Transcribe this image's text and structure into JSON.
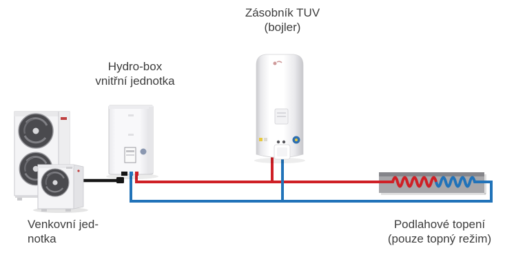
{
  "diagram": {
    "labels": {
      "tank": {
        "line1": "Zásobník TUV",
        "line2": "(bojler)"
      },
      "hydrobox": {
        "line1": "Hydro-box",
        "line2": "vnitřní jednotka"
      },
      "outdoor_unit": {
        "line1": "Venkovní jed-",
        "line2": "notka"
      },
      "floor_heating": {
        "line1": "Podlahové topení",
        "line2": "(pouze topný režim)"
      }
    },
    "colors": {
      "hot_pipe": "#cf2026",
      "cold_pipe": "#2173b9",
      "power_cable": "#161616",
      "floor_slab": "#a7a7aa",
      "floor_slab_top": "#85858a",
      "text": "#3c3c3c",
      "unit_body": "#f4f4f6",
      "unit_border": "#c9c9cd",
      "fan": "#4a4a4e"
    }
  }
}
